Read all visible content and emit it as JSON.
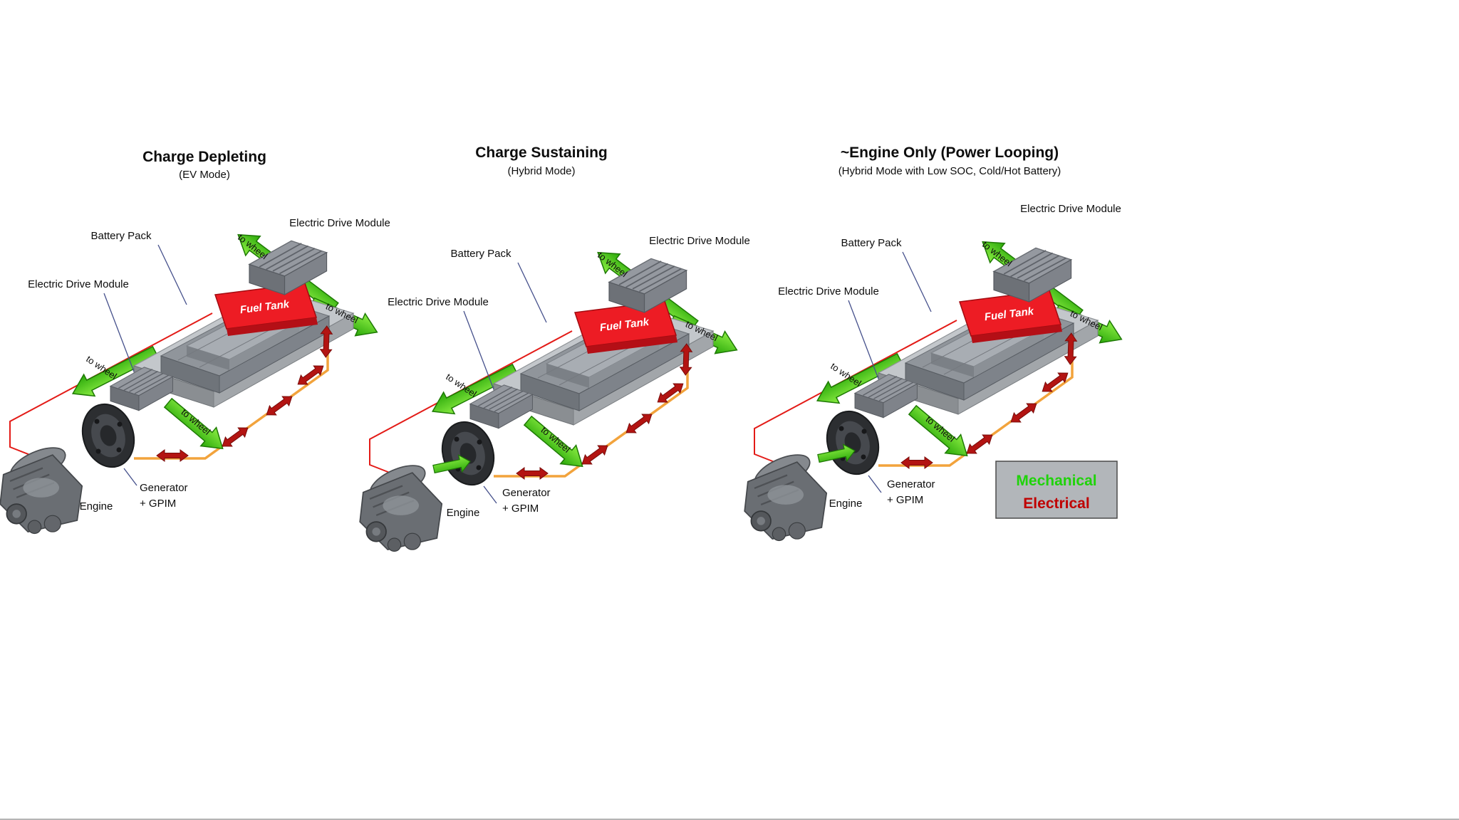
{
  "panels": [
    {
      "title": "Charge Depleting",
      "subtitle": "(EV Mode)",
      "labels": {
        "battery_pack": "Battery Pack",
        "edm_left": "Electric Drive Module",
        "edm_right": "Electric Drive Module",
        "fuel_tank": "Fuel Tank",
        "engine": "Engine",
        "generator_line1": "Generator",
        "generator_line2": "+ GPIM",
        "to_wheel": "to wheel"
      }
    },
    {
      "title": "Charge Sustaining",
      "subtitle": "(Hybrid Mode)",
      "labels": {
        "battery_pack": "Battery Pack",
        "edm_left": "Electric Drive Module",
        "edm_right": "Electric Drive Module",
        "fuel_tank": "Fuel Tank",
        "engine": "Engine",
        "generator_line1": "Generator",
        "generator_line2": "+ GPIM",
        "to_wheel": "to wheel"
      }
    },
    {
      "title": "~Engine Only (Power Looping)",
      "subtitle": "(Hybrid Mode with Low SOC, Cold/Hot Battery)",
      "labels": {
        "battery_pack": "Battery Pack",
        "edm_left": "Electric Drive Module",
        "edm_right": "Electric Drive Module",
        "fuel_tank": "Fuel Tank",
        "engine": "Engine",
        "generator_line1": "Generator",
        "generator_line2": "+ GPIM",
        "to_wheel": "to wheel"
      }
    }
  ],
  "legend": {
    "mechanical_label": "Mechanical",
    "electrical_label": "Electrical",
    "mechanical_color": "#1fd30a",
    "electrical_color": "#c00000"
  },
  "colors": {
    "mechanical_arrow_green": "#3ec115",
    "electrical_line_orange": "#f2a33c",
    "electrical_line_red": "#e31b17",
    "power_flow_arrow_dark_red": "#b31412",
    "fuel_tank_red": "#ed1c24"
  }
}
